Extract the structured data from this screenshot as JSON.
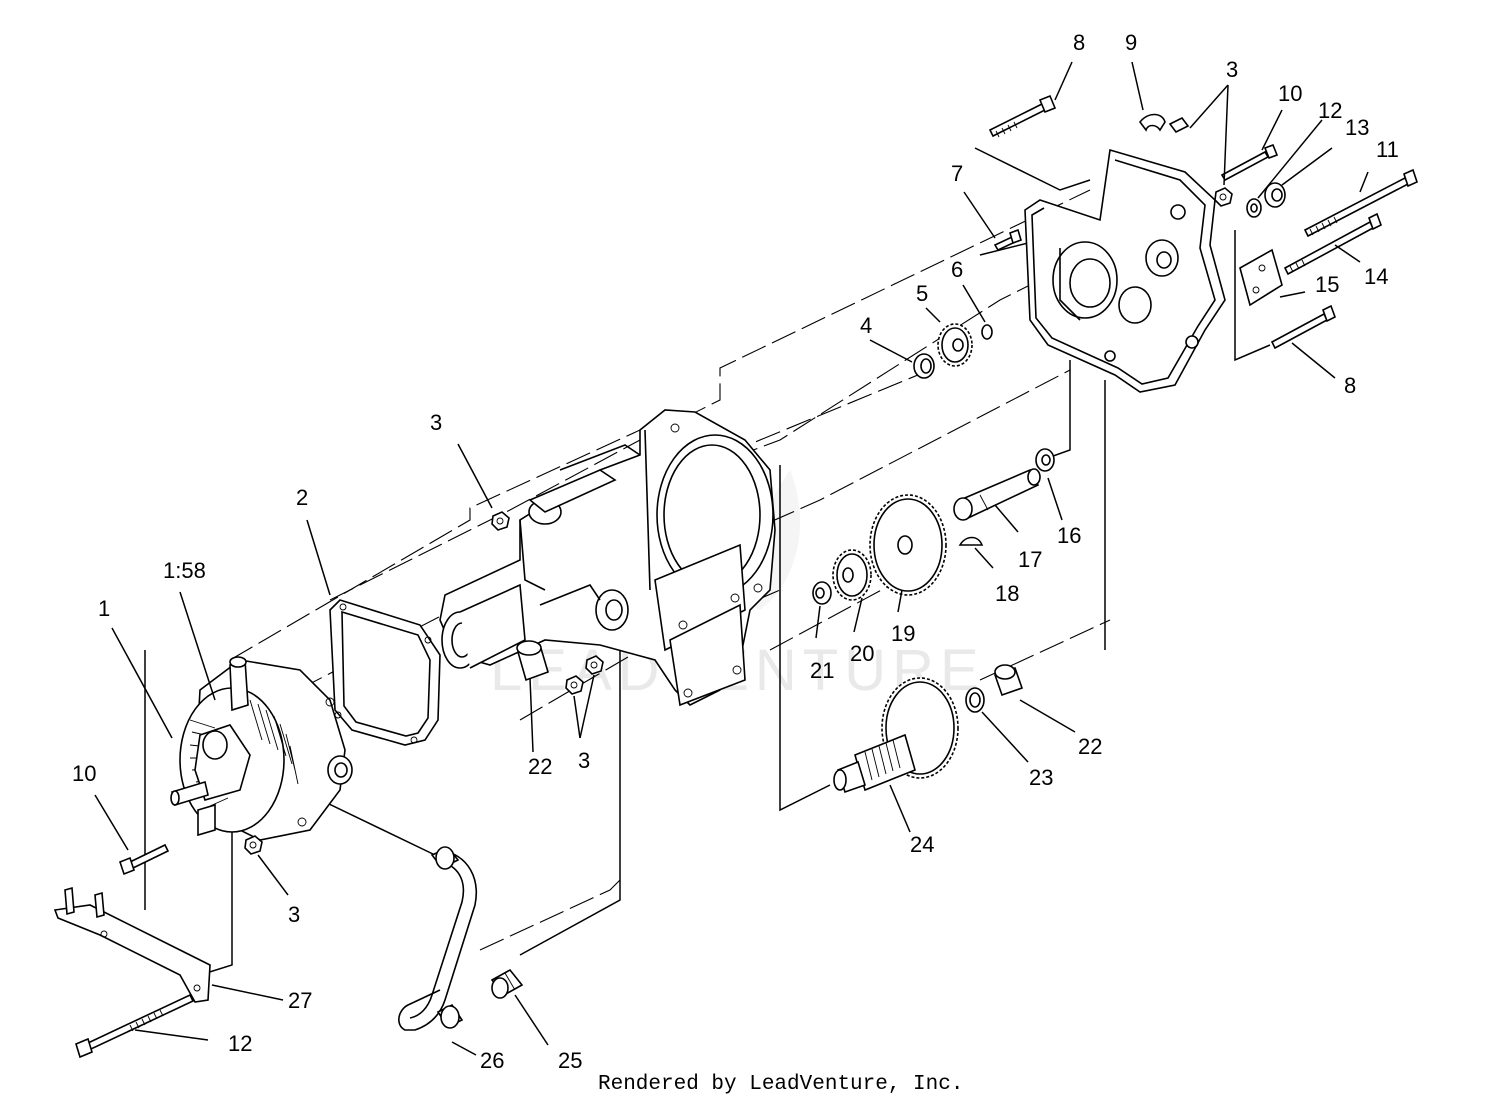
{
  "credit": "Rendered by LeadVenture, Inc.",
  "watermark": "LEADVENTURE",
  "callouts": [
    {
      "id": "c-8-top",
      "text": "8"
    },
    {
      "id": "c-9",
      "text": "9"
    },
    {
      "id": "c-3-top",
      "text": "3"
    },
    {
      "id": "c-10-top",
      "text": "10"
    },
    {
      "id": "c-12-top",
      "text": "12"
    },
    {
      "id": "c-13",
      "text": "13"
    },
    {
      "id": "c-11",
      "text": "11"
    },
    {
      "id": "c-7",
      "text": "7"
    },
    {
      "id": "c-6",
      "text": "6"
    },
    {
      "id": "c-5",
      "text": "5"
    },
    {
      "id": "c-4",
      "text": "4"
    },
    {
      "id": "c-14",
      "text": "14"
    },
    {
      "id": "c-15",
      "text": "15"
    },
    {
      "id": "c-8-right",
      "text": "8"
    },
    {
      "id": "c-3-mid",
      "text": "3"
    },
    {
      "id": "c-2",
      "text": "2"
    },
    {
      "id": "c-158",
      "text": "1:58"
    },
    {
      "id": "c-1",
      "text": "1"
    },
    {
      "id": "c-16",
      "text": "16"
    },
    {
      "id": "c-17",
      "text": "17"
    },
    {
      "id": "c-18",
      "text": "18"
    },
    {
      "id": "c-19",
      "text": "19"
    },
    {
      "id": "c-20",
      "text": "20"
    },
    {
      "id": "c-21",
      "text": "21"
    },
    {
      "id": "c-22-left",
      "text": "22"
    },
    {
      "id": "c-3-lower",
      "text": "3"
    },
    {
      "id": "c-22-right",
      "text": "22"
    },
    {
      "id": "c-23",
      "text": "23"
    },
    {
      "id": "c-24",
      "text": "24"
    },
    {
      "id": "c-10-left",
      "text": "10"
    },
    {
      "id": "c-3-left",
      "text": "3"
    },
    {
      "id": "c-27",
      "text": "27"
    },
    {
      "id": "c-12-bottom",
      "text": "12"
    },
    {
      "id": "c-26",
      "text": "26"
    },
    {
      "id": "c-25",
      "text": "25"
    }
  ]
}
